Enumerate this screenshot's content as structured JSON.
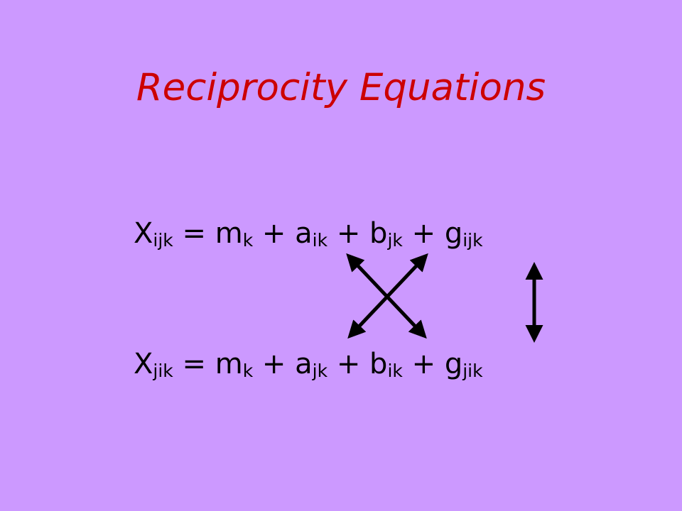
{
  "slide": {
    "background_color": "#CC99FF",
    "title_color": "#CC0000",
    "title": "Reciprocity Equations",
    "equations": [
      {
        "terms": [
          {
            "base": "X",
            "sub": "ijk"
          },
          {
            "base": "m",
            "sub": "k"
          },
          {
            "base": "a",
            "sub": "ik"
          },
          {
            "base": "b",
            "sub": "jk"
          },
          {
            "base": "g",
            "sub": "ijk"
          }
        ],
        "operators": [
          "=",
          "+",
          "+",
          "+"
        ]
      },
      {
        "terms": [
          {
            "base": "X",
            "sub": "jik"
          },
          {
            "base": "m",
            "sub": "k"
          },
          {
            "base": "a",
            "sub": "jk"
          },
          {
            "base": "b",
            "sub": "ik"
          },
          {
            "base": "g",
            "sub": "jik"
          }
        ],
        "operators": [
          "=",
          "+",
          "+",
          "+"
        ]
      }
    ],
    "arrows": [
      {
        "name": "crossing-arrow-a-to-b",
        "icon": "double-headed-diagonal-arrow-icon"
      },
      {
        "name": "crossing-arrow-b-to-a",
        "icon": "double-headed-diagonal-arrow-icon"
      },
      {
        "name": "vertical-arrow-g",
        "icon": "double-headed-vertical-arrow-icon"
      }
    ]
  }
}
